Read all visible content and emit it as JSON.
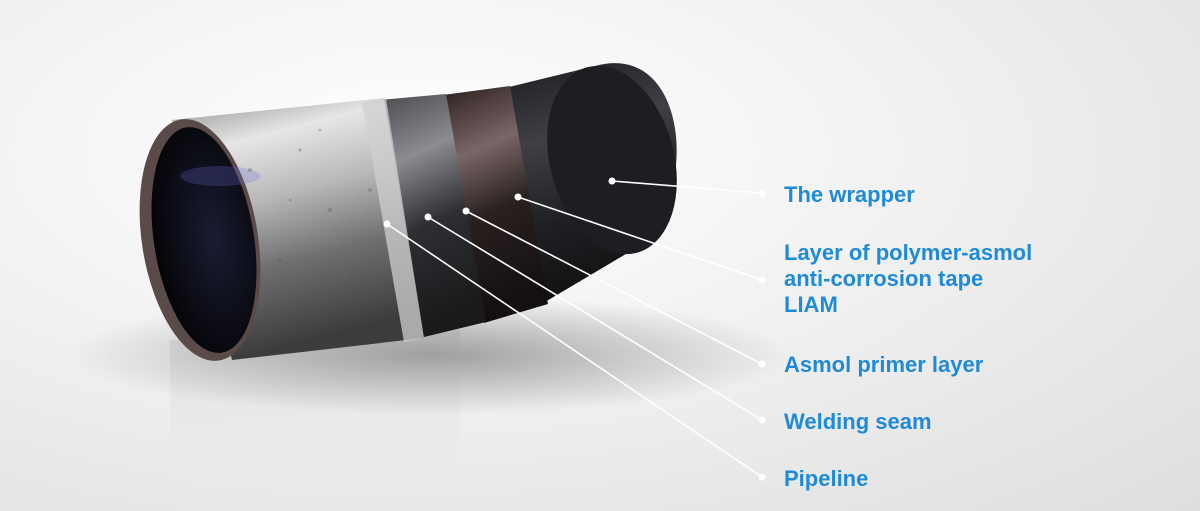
{
  "diagram": {
    "accent_color": "#1f8ad6",
    "labels": {
      "wrapper": "The wrapper",
      "tape_line1": "Layer of polymer-asmol",
      "tape_line2": "anti-corrosion tape",
      "tape_line3": "LIAM",
      "primer": "Asmol primer layer",
      "seam": "Welding seam",
      "pipeline": "Pipeline"
    }
  }
}
